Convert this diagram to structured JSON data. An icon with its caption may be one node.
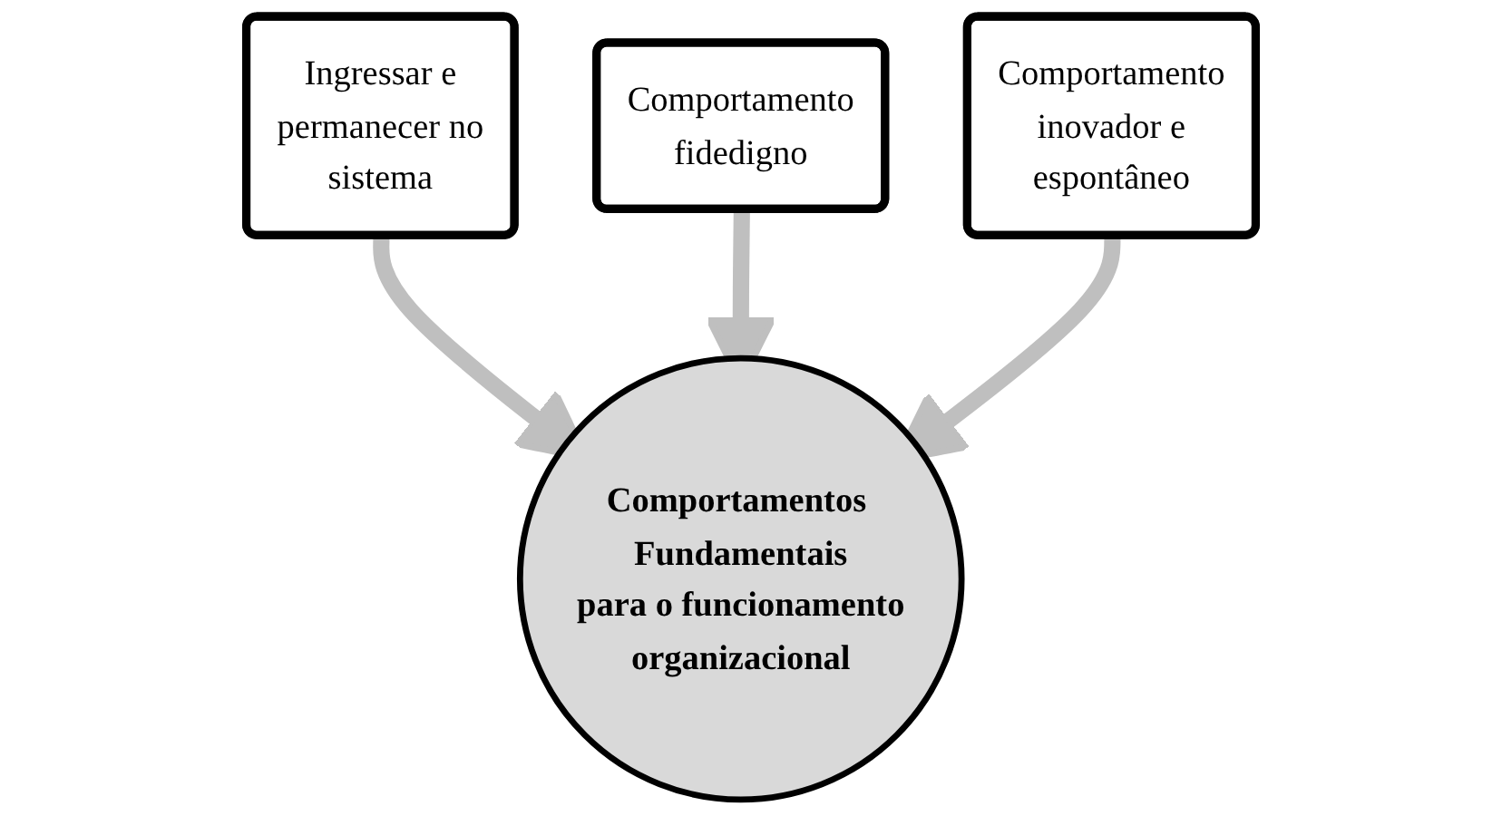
{
  "diagram": {
    "nodes": [
      {
        "text": [
          "Ingressar e permanecer no sistema"
        ]
      },
      {
        "text": [
          "Comportamento fidedigno"
        ]
      },
      {
        "text": [
          "Comportamento inovador e espontâneo"
        ]
      },
      {
        "text": [
          "Comportamentos Fundamentais para o funcionamento organizacional"
        ]
      }
    ],
    "edges": [
      {
        "from": 0,
        "to": 3,
        "arrow": "to"
      },
      {
        "from": 1,
        "to": 3,
        "arrow": "to"
      },
      {
        "from": 2,
        "to": 3,
        "arrow": "to"
      }
    ]
  }
}
